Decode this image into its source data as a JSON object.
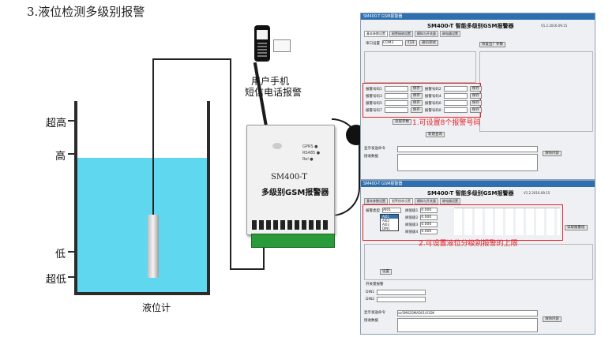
{
  "heading": "3.液位检测多级别报警",
  "tank": {
    "levels": [
      "超高",
      "高",
      "低",
      "超低"
    ],
    "sensor_label": "液位计"
  },
  "phone": {
    "caption_line1": "用户手机",
    "caption_line2": "短信电话报警"
  },
  "device": {
    "model": "SM400-T",
    "title": "多级别GSM报警器"
  },
  "window1": {
    "titlebar": "SM400-T GSM报警器",
    "title": "SM400-T 智能多级别GSM报警器",
    "version": "V1.2.2016.09.15",
    "tabs": [
      "基本参数设置",
      "报警接收设置",
      "模拟与开关量",
      "继电器设置"
    ],
    "com_label": "串口设置",
    "com_value": "COM3",
    "open_button": "打开",
    "test_button": "通讯测试",
    "factory_button": "恢复出厂参数",
    "alarm_rows": [
      "报警号码1",
      "报警号码2",
      "报警号码3",
      "报警号码4",
      "报警号码5",
      "报警号码6",
      "报警号码7",
      "报警号码8"
    ],
    "save_button": "保存",
    "read_button": "读取参数",
    "new_button": "新建查询",
    "status_label": "显示发送命令",
    "status_label2": "接收数据",
    "clear_button": "清除内容"
  },
  "window2": {
    "titlebar": "SM400-T GSM报警器",
    "title": "SM400-T 智能多级别GSM报警器",
    "version": "V1.2.2016.09.15",
    "tabs": [
      "基本参数设置",
      "报警接收设置",
      "模拟与开关量",
      "继电器设置"
    ],
    "level_label": "报警类型",
    "level_value": "AI01",
    "dropdown_options": [
      "AI01",
      "AI02",
      "AI03",
      "DIN1"
    ],
    "rows": [
      "阀值级1",
      "阀值级2",
      "阀值级3",
      "阀值级4"
    ],
    "row_value": "0.000",
    "read_button": "读取报警值",
    "set_button": "设置",
    "input_section": "开关量报警",
    "din_rows": [
      "DIN1",
      "DIN2"
    ],
    "status_label": "显示发送命令",
    "status_value": "ss/SM62DMAD01/01DK",
    "status_label2": "接收数据",
    "clear_button": "清除内容"
  },
  "annotations": {
    "note1": "1.可设置8个报警号码",
    "note2": "2.可设置液位分级别报警的上限"
  },
  "colors": {
    "water": "#5fd7ef",
    "highlight": "#e6202a",
    "terminal": "#2a9b3a",
    "titlebar": "#2f6fb0"
  }
}
